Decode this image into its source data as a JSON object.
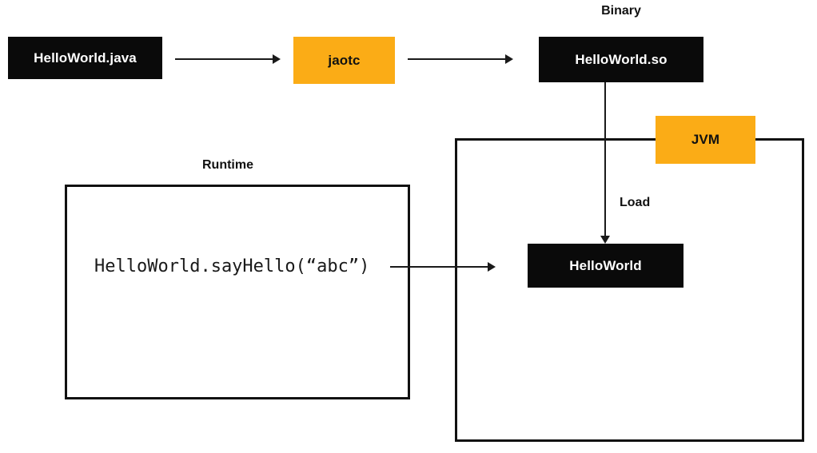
{
  "diagram": {
    "title_labels": {
      "binary": "Binary",
      "runtime": "Runtime"
    },
    "nodes": {
      "source": {
        "label": "HelloWorld.java",
        "fill": "#0a0a0a",
        "text_color": "#ffffff"
      },
      "compiler": {
        "label": "jaotc",
        "fill": "#FBAC16",
        "text_color": "#111111"
      },
      "binary": {
        "label": "HelloWorld.so",
        "fill": "#0a0a0a",
        "text_color": "#ffffff"
      },
      "jvm": {
        "label": "JVM",
        "fill": "#FBAC16",
        "text_color": "#111111"
      },
      "loaded_class": {
        "label": "HelloWorld",
        "fill": "#0a0a0a",
        "text_color": "#ffffff"
      }
    },
    "code": {
      "invocation": "HelloWorld.sayHello(“abc”)"
    },
    "edges": {
      "compile": {
        "label": ""
      },
      "emit": {
        "label": ""
      },
      "load": {
        "label": "Load"
      },
      "call": {
        "label": ""
      }
    },
    "colors": {
      "accent_orange": "#FBAC16",
      "node_black": "#0a0a0a",
      "stroke": "#1a1a1a",
      "background": "#ffffff"
    }
  }
}
